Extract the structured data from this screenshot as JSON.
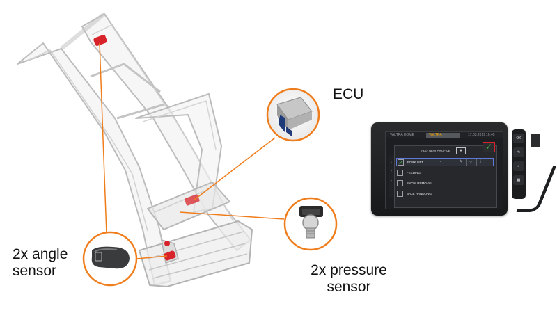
{
  "labels": {
    "ecu": "ECU",
    "angle_sensor": [
      "2x angle",
      "sensor"
    ],
    "pressure_sensor": [
      "2x pressure",
      "sensor"
    ]
  },
  "terminal": {
    "brand": "VALTRA HOME",
    "tab": "VALTRA",
    "date": "17.03.2019",
    "time": "16:49",
    "add_profile": "ADD NEW PROFILE",
    "plus": "+",
    "check": "✓",
    "profiles": [
      {
        "label": "FORK LIFT",
        "selected": true
      },
      {
        "label": "FEEDING",
        "selected": false
      },
      {
        "label": "SNOW REMOVAL",
        "selected": false
      },
      {
        "label": "BALE HANDLING",
        "selected": false
      }
    ],
    "keys": [
      "OK",
      "⮌",
      "⌂",
      "▦"
    ]
  },
  "colors": {
    "callout": "#f07d1c",
    "frame": "#c9c9c9",
    "sensor_red": "#d8232a",
    "terminal_body": "#1f2022"
  }
}
